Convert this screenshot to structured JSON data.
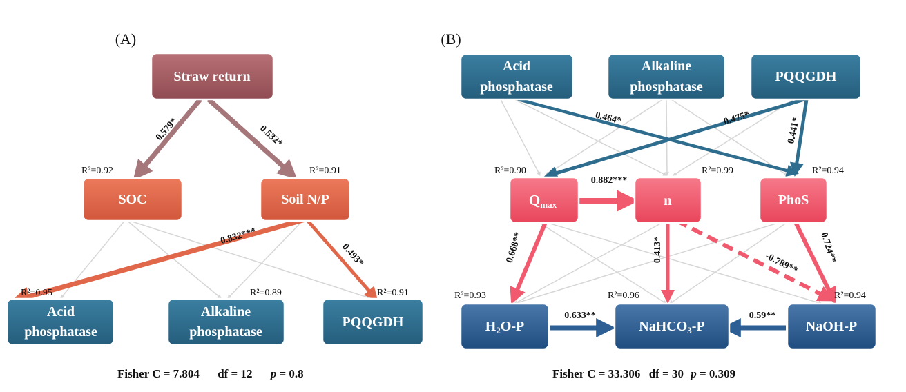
{
  "panel_a": {
    "label": "(A)",
    "nodes": {
      "straw": "Straw return",
      "soc": "SOC",
      "soilnp": "Soil N/P",
      "acid": [
        "Acid",
        "phosphatase"
      ],
      "alk": [
        "Alkaline",
        "phosphatase"
      ],
      "pqq": "PQQGDH"
    },
    "r2": {
      "soc": "R²=0.92",
      "soilnp": "R²=0.91",
      "acid": "R²=0.95",
      "alk": "R²=0.89",
      "pqq": "R²=0.91"
    },
    "coefficients": {
      "straw_soc": "0.579*",
      "straw_soilnp": "0.532*",
      "soilnp_acid": "0.832***",
      "soilnp_pqq": "0.493*"
    },
    "fit": {
      "fisher": "Fisher C = 7.804",
      "df": "df = 12",
      "p_symbol": "p",
      "p_value": " = 0.8"
    }
  },
  "panel_b": {
    "label": "(B)",
    "nodes": {
      "acid": [
        "Acid",
        "phosphatase"
      ],
      "alk": [
        "Alkaline",
        "phosphatase"
      ],
      "pqq": "PQQGDH",
      "qmax_main": "Q",
      "qmax_sub": "max",
      "n": "n",
      "phos": "PhoS",
      "h2o_a": "H",
      "h2o_sub": "2",
      "h2o_b": "O-P",
      "nahco3_a": "NaHCO",
      "nahco3_sub": "3",
      "nahco3_b": "-P",
      "naoh": "NaOH-P"
    },
    "r2": {
      "qmax": "R²=0.90",
      "n": "R²=0.99",
      "phos": "R²=0.94",
      "h2o": "R²=0.93",
      "nahco3": "R²=0.96",
      "naoh": "R²=0.94"
    },
    "coefficients": {
      "acid_phos": "0.464*",
      "pqq_qmax": "0.475*",
      "pqq_phos": "0.441*",
      "qmax_n": "0.882***",
      "qmax_h2o": "0.668**",
      "n_nahco3": "0.413*",
      "n_naoh": "-0.789**",
      "phos_naoh": "0.724**",
      "h2o_nahco3": "0.633**",
      "naoh_nahco3": "0.59**"
    },
    "fit": {
      "fisher": "Fisher C = 33.306",
      "df": "df = 30",
      "p_symbol": "p",
      "p_value": " = 0.309"
    }
  },
  "colors": {
    "straw": "#a35e63",
    "orange": "#e0674a",
    "teal": "#2f6d8e",
    "pink": "#f15a6e",
    "navy": "#2d5f94",
    "gray": "#d6d6d6"
  }
}
